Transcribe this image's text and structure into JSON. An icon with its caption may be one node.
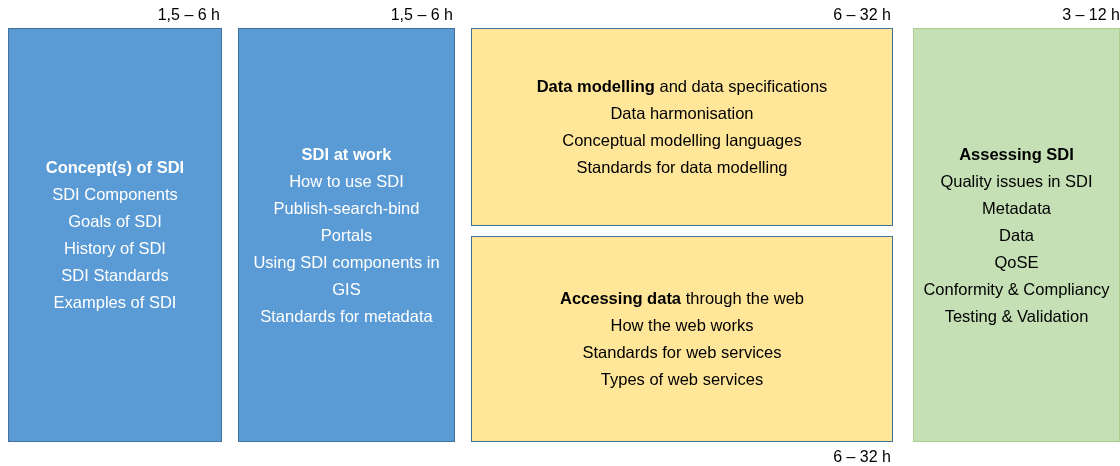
{
  "diagram": {
    "nodes": [
      {
        "text": [
          "Concept(s) of SDI",
          "SDI Components",
          "Goals of SDI",
          "History of SDI",
          "SDI Standards",
          "Examples of SDI"
        ],
        "beside": [
          "1,5 – 6 h"
        ]
      },
      {
        "text": [
          "SDI at work",
          "How to use SDI",
          "Publish-search-bind",
          "Portals",
          "Using SDI components in GIS",
          "Standards for metadata"
        ],
        "beside": [
          "1,5 – 6 h"
        ]
      },
      {
        "text": [
          "**Data modelling** and data specifications",
          "Data harmonisation",
          "Conceptual modelling languages",
          "Standards for data modelling"
        ],
        "beside": [
          "6 – 32 h"
        ]
      },
      {
        "text": [
          "**Accessing data** through the web",
          "How the web works",
          "Standards for web services",
          "Types of web services"
        ],
        "beside": [
          "6 – 32 h"
        ]
      },
      {
        "text": [
          "Assessing SDI",
          "Quality issues in SDI",
          "Metadata",
          "Data",
          "QoSE",
          "Conformity & Compliancy",
          "Testing & Validation"
        ],
        "beside": [
          "3 – 12 h"
        ]
      }
    ]
  }
}
